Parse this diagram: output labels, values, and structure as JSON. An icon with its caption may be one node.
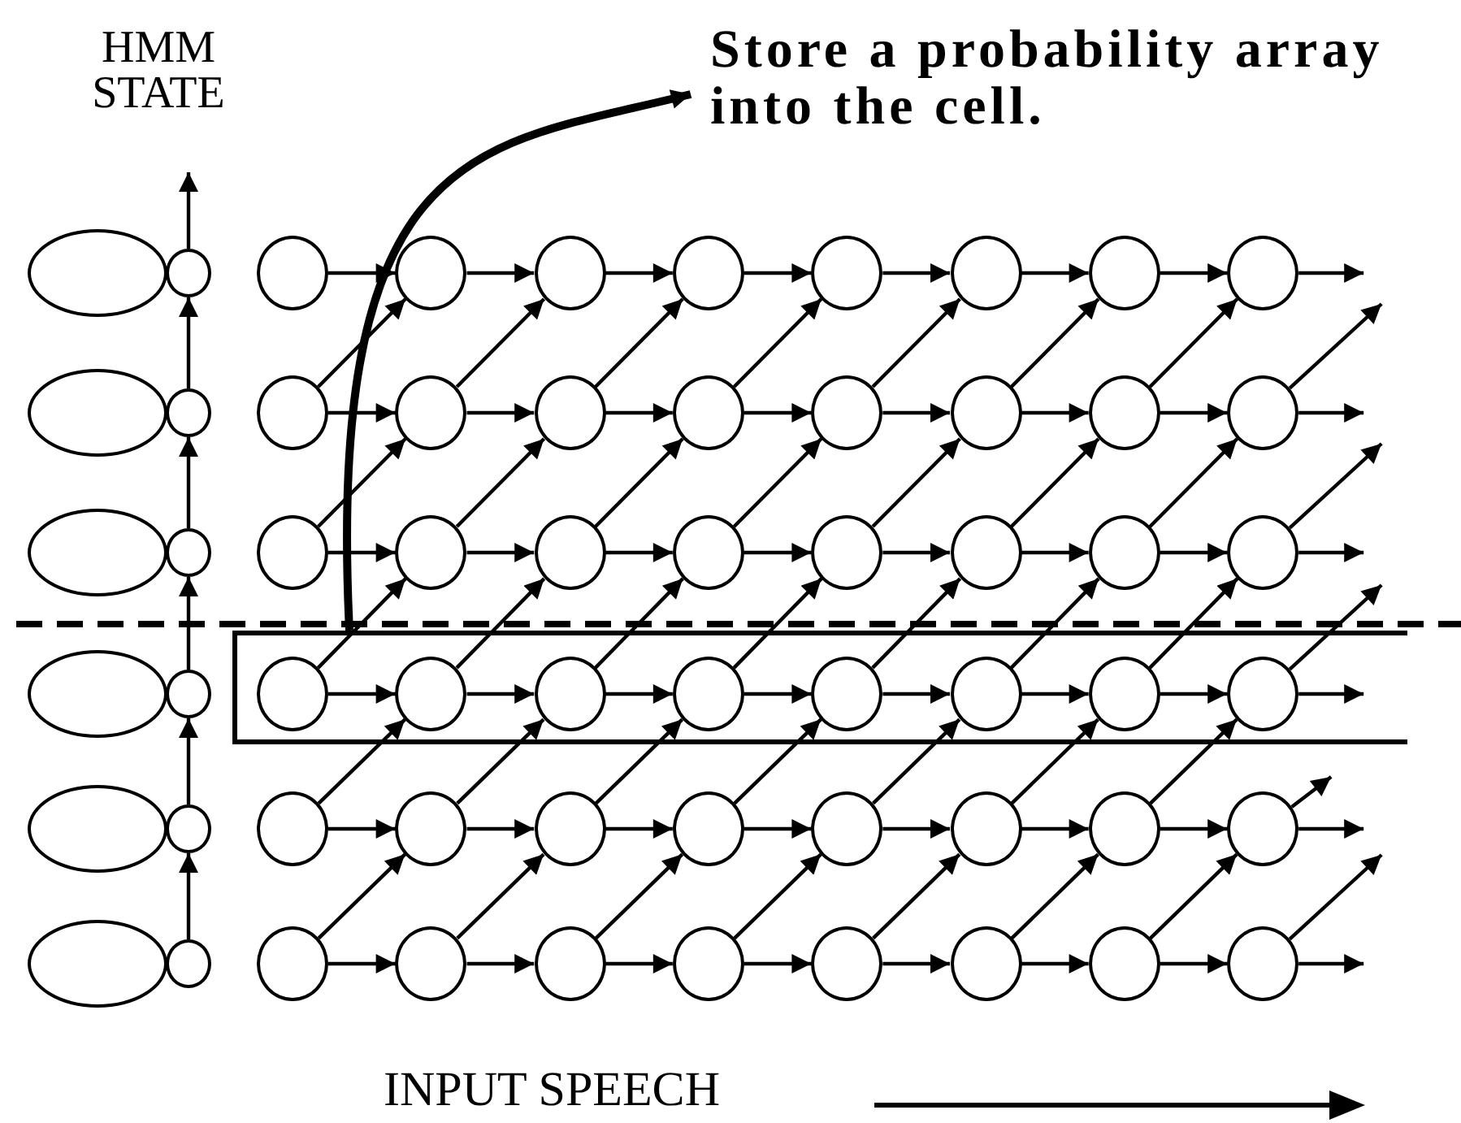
{
  "diagram": {
    "nodes": [
      {
        "text": [
          "Store a probability array into the cell."
        ]
      },
      {
        "text": [],
        "shape": "ellipse"
      },
      {
        "text": [],
        "shape": "circle"
      },
      {
        "text": [],
        "shape": "circle"
      },
      {
        "text": [],
        "shape": "circle"
      },
      {
        "text": [],
        "shape": "circle"
      },
      {
        "text": [],
        "shape": "circle"
      },
      {
        "text": [],
        "shape": "circle"
      },
      {
        "text": [],
        "shape": "circle"
      },
      {
        "text": [],
        "shape": "circle"
      },
      {
        "text": [],
        "shape": "circle"
      },
      {
        "text": [],
        "shape": "ellipse"
      },
      {
        "text": [],
        "shape": "circle"
      },
      {
        "text": [],
        "shape": "circle"
      },
      {
        "text": [],
        "shape": "circle"
      },
      {
        "text": [],
        "shape": "circle"
      },
      {
        "text": [],
        "shape": "circle"
      },
      {
        "text": [],
        "shape": "circle"
      },
      {
        "text": [],
        "shape": "circle"
      },
      {
        "text": [],
        "shape": "circle"
      },
      {
        "text": [],
        "shape": "circle"
      },
      {
        "text": [],
        "shape": "ellipse"
      },
      {
        "text": [],
        "shape": "circle"
      },
      {
        "text": [],
        "shape": "circle"
      },
      {
        "text": [],
        "shape": "circle"
      },
      {
        "text": [],
        "shape": "circle"
      },
      {
        "text": [],
        "shape": "circle"
      },
      {
        "text": [],
        "shape": "circle"
      },
      {
        "text": [],
        "shape": "circle"
      },
      {
        "text": [],
        "shape": "circle"
      },
      {
        "text": [],
        "shape": "circle"
      },
      {
        "text": [],
        "shape": "box"
      },
      {
        "text": [],
        "shape": "ellipse"
      },
      {
        "text": [],
        "shape": "circle"
      },
      {
        "text": [],
        "shape": "circle",
        "in": 31
      },
      {
        "text": [],
        "shape": "circle",
        "in": 31
      },
      {
        "text": [],
        "shape": "circle",
        "in": 31
      },
      {
        "text": [],
        "shape": "circle",
        "in": 31
      },
      {
        "text": [],
        "shape": "circle",
        "in": 31
      },
      {
        "text": [],
        "shape": "circle",
        "in": 31
      },
      {
        "text": [],
        "shape": "circle",
        "in": 31
      },
      {
        "text": [],
        "shape": "circle",
        "in": 31
      },
      {
        "text": [],
        "shape": "ellipse"
      },
      {
        "text": [],
        "shape": "circle"
      },
      {
        "text": [],
        "shape": "circle"
      },
      {
        "text": [],
        "shape": "circle"
      },
      {
        "text": [],
        "shape": "circle"
      },
      {
        "text": [],
        "shape": "circle"
      },
      {
        "text": [],
        "shape": "circle"
      },
      {
        "text": [],
        "shape": "circle"
      },
      {
        "text": [],
        "shape": "circle"
      },
      {
        "text": [],
        "shape": "circle"
      },
      {
        "text": [],
        "shape": "ellipse"
      },
      {
        "text": [],
        "shape": "circle"
      },
      {
        "text": [],
        "shape": "circle"
      },
      {
        "text": [],
        "shape": "circle"
      },
      {
        "text": [],
        "shape": "circle"
      },
      {
        "text": [],
        "shape": "circle"
      },
      {
        "text": [],
        "shape": "circle"
      },
      {
        "text": [],
        "shape": "circle"
      },
      {
        "text": [],
        "shape": "circle"
      },
      {
        "text": [],
        "shape": "circle"
      }
    ],
    "edges": [
      {
        "from": 31,
        "to": 0,
        "arrow": "to",
        "style": "thick"
      },
      {
        "from": 2,
        "to": null,
        "arrow": "to"
      },
      {
        "from": 12,
        "to": 2,
        "arrow": "to"
      },
      {
        "from": 22,
        "to": 12,
        "arrow": "to"
      },
      {
        "from": 33,
        "to": 22,
        "arrow": "to"
      },
      {
        "from": 43,
        "to": 33,
        "arrow": "to"
      },
      {
        "from": 53,
        "to": 43,
        "arrow": "to"
      },
      {
        "from": 3,
        "to": 4,
        "arrow": "to"
      },
      {
        "from": 4,
        "to": 5,
        "arrow": "to"
      },
      {
        "from": 5,
        "to": 6,
        "arrow": "to"
      },
      {
        "from": 6,
        "to": 7,
        "arrow": "to"
      },
      {
        "from": 7,
        "to": 8,
        "arrow": "to"
      },
      {
        "from": 8,
        "to": 9,
        "arrow": "to"
      },
      {
        "from": 9,
        "to": 10,
        "arrow": "to"
      },
      {
        "from": 10,
        "to": null,
        "arrow": "to"
      },
      {
        "from": 13,
        "to": 14,
        "arrow": "to"
      },
      {
        "from": 14,
        "to": 15,
        "arrow": "to"
      },
      {
        "from": 15,
        "to": 16,
        "arrow": "to"
      },
      {
        "from": 16,
        "to": 17,
        "arrow": "to"
      },
      {
        "from": 17,
        "to": 18,
        "arrow": "to"
      },
      {
        "from": 18,
        "to": 19,
        "arrow": "to"
      },
      {
        "from": 19,
        "to": 20,
        "arrow": "to"
      },
      {
        "from": 20,
        "to": null,
        "arrow": "to"
      },
      {
        "from": 23,
        "to": 24,
        "arrow": "to"
      },
      {
        "from": 24,
        "to": 25,
        "arrow": "to"
      },
      {
        "from": 25,
        "to": 26,
        "arrow": "to"
      },
      {
        "from": 26,
        "to": 27,
        "arrow": "to"
      },
      {
        "from": 27,
        "to": 28,
        "arrow": "to"
      },
      {
        "from": 28,
        "to": 29,
        "arrow": "to"
      },
      {
        "from": 29,
        "to": 30,
        "arrow": "to"
      },
      {
        "from": 30,
        "to": null,
        "arrow": "to"
      },
      {
        "from": 34,
        "to": 35,
        "arrow": "to"
      },
      {
        "from": 35,
        "to": 36,
        "arrow": "to"
      },
      {
        "from": 36,
        "to": 37,
        "arrow": "to"
      },
      {
        "from": 37,
        "to": 38,
        "arrow": "to"
      },
      {
        "from": 38,
        "to": 39,
        "arrow": "to"
      },
      {
        "from": 39,
        "to": 40,
        "arrow": "to"
      },
      {
        "from": 40,
        "to": 41,
        "arrow": "to"
      },
      {
        "from": 41,
        "to": null,
        "arrow": "to"
      },
      {
        "from": 44,
        "to": 45,
        "arrow": "to"
      },
      {
        "from": 45,
        "to": 46,
        "arrow": "to"
      },
      {
        "from": 46,
        "to": 47,
        "arrow": "to"
      },
      {
        "from": 47,
        "to": 48,
        "arrow": "to"
      },
      {
        "from": 48,
        "to": 49,
        "arrow": "to"
      },
      {
        "from": 49,
        "to": 50,
        "arrow": "to"
      },
      {
        "from": 50,
        "to": 51,
        "arrow": "to"
      },
      {
        "from": 51,
        "to": null,
        "arrow": "to"
      },
      {
        "from": 54,
        "to": 55,
        "arrow": "to"
      },
      {
        "from": 55,
        "to": 56,
        "arrow": "to"
      },
      {
        "from": 56,
        "to": 57,
        "arrow": "to"
      },
      {
        "from": 57,
        "to": 58,
        "arrow": "to"
      },
      {
        "from": 58,
        "to": 59,
        "arrow": "to"
      },
      {
        "from": 59,
        "to": 60,
        "arrow": "to"
      },
      {
        "from": 60,
        "to": 61,
        "arrow": "to"
      },
      {
        "from": 61,
        "to": null,
        "arrow": "to"
      },
      {
        "from": 13,
        "to": 4,
        "arrow": "to"
      },
      {
        "from": 14,
        "to": 5,
        "arrow": "to"
      },
      {
        "from": 15,
        "to": 6,
        "arrow": "to"
      },
      {
        "from": 16,
        "to": 7,
        "arrow": "to"
      },
      {
        "from": 17,
        "to": 8,
        "arrow": "to"
      },
      {
        "from": 18,
        "to": 9,
        "arrow": "to"
      },
      {
        "from": 19,
        "to": 10,
        "arrow": "to"
      },
      {
        "from": 20,
        "to": null,
        "arrow": "to"
      },
      {
        "from": 23,
        "to": 14,
        "arrow": "to"
      },
      {
        "from": 24,
        "to": 15,
        "arrow": "to"
      },
      {
        "from": 25,
        "to": 16,
        "arrow": "to"
      },
      {
        "from": 26,
        "to": 17,
        "arrow": "to"
      },
      {
        "from": 27,
        "to": 18,
        "arrow": "to"
      },
      {
        "from": 28,
        "to": 19,
        "arrow": "to"
      },
      {
        "from": 29,
        "to": 20,
        "arrow": "to"
      },
      {
        "from": 30,
        "to": null,
        "arrow": "to"
      },
      {
        "from": 34,
        "to": 24,
        "arrow": "to"
      },
      {
        "from": 35,
        "to": 25,
        "arrow": "to"
      },
      {
        "from": 36,
        "to": 26,
        "arrow": "to"
      },
      {
        "from": 37,
        "to": 27,
        "arrow": "to"
      },
      {
        "from": 38,
        "to": 28,
        "arrow": "to"
      },
      {
        "from": 39,
        "to": 29,
        "arrow": "to"
      },
      {
        "from": 40,
        "to": 30,
        "arrow": "to"
      },
      {
        "from": 41,
        "to": null,
        "arrow": "to"
      },
      {
        "from": 44,
        "to": 35,
        "arrow": "to"
      },
      {
        "from": 45,
        "to": 36,
        "arrow": "to"
      },
      {
        "from": 46,
        "to": 37,
        "arrow": "to"
      },
      {
        "from": 47,
        "to": 38,
        "arrow": "to"
      },
      {
        "from": 48,
        "to": 39,
        "arrow": "to"
      },
      {
        "from": 49,
        "to": 40,
        "arrow": "to"
      },
      {
        "from": 50,
        "to": 41,
        "arrow": "to"
      },
      {
        "from": 51,
        "to": null,
        "arrow": "to"
      },
      {
        "from": 54,
        "to": 45,
        "arrow": "to"
      },
      {
        "from": 55,
        "to": 46,
        "arrow": "to"
      },
      {
        "from": 56,
        "to": 47,
        "arrow": "to"
      },
      {
        "from": 57,
        "to": 48,
        "arrow": "to"
      },
      {
        "from": 58,
        "to": 49,
        "arrow": "to"
      },
      {
        "from": 59,
        "to": 50,
        "arrow": "to"
      },
      {
        "from": 60,
        "to": 51,
        "arrow": "to"
      },
      {
        "from": 61,
        "to": null,
        "arrow": "to"
      }
    ],
    "labels": [
      "HMM STATE",
      "INPUT SPEECH"
    ]
  }
}
